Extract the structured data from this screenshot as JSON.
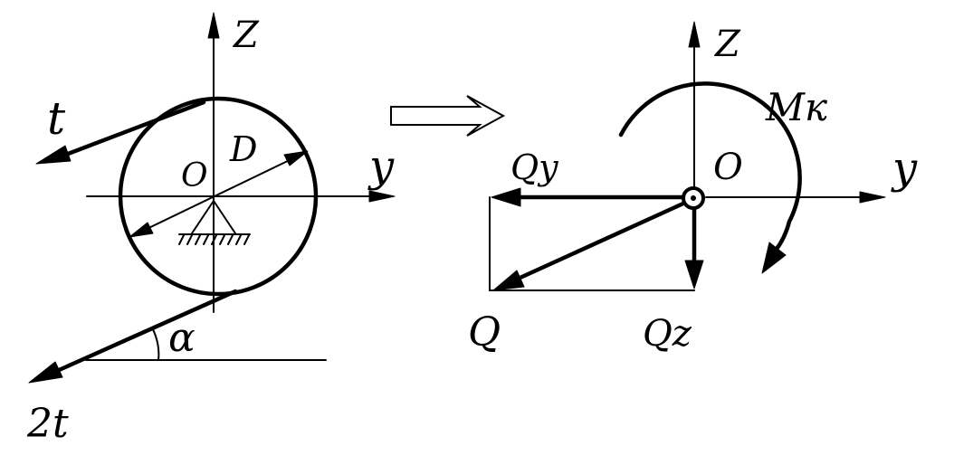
{
  "left": {
    "axis_z": "Z",
    "axis_y": "y",
    "origin": "O",
    "diameter": "D",
    "tension_top": "t",
    "tension_bottom": "2t",
    "angle": "α"
  },
  "right": {
    "axis_z": "Z",
    "axis_y": "y",
    "origin": "O",
    "moment": "Mк",
    "force_y": "Qy",
    "force_z": "Qz",
    "force_total": "Q"
  },
  "colors": {
    "ink": "#000000",
    "paper": "#ffffff"
  }
}
